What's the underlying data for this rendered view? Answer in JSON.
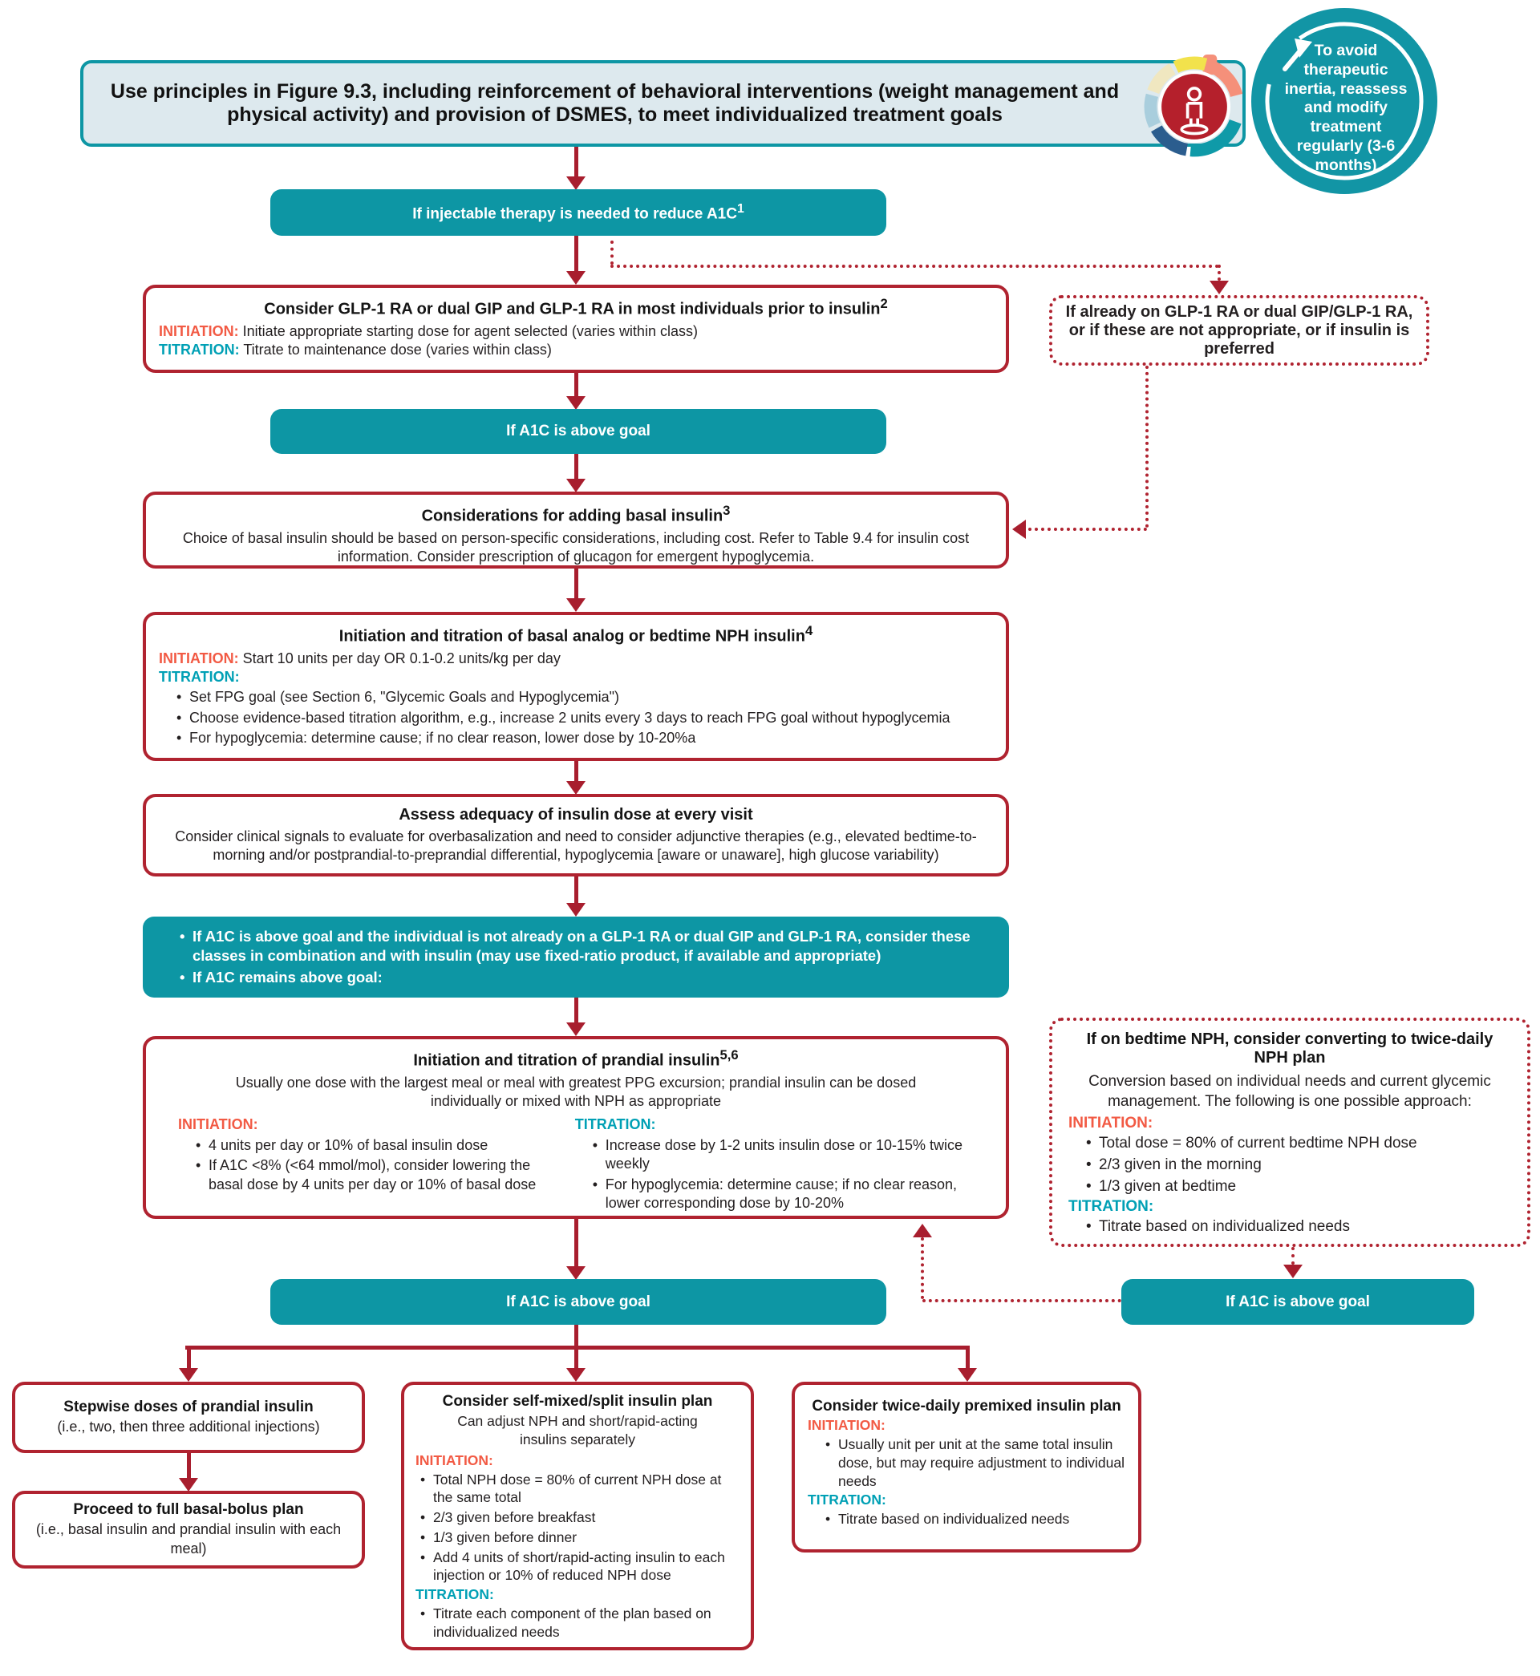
{
  "colors": {
    "teal": "#0d96a4",
    "red_border": "#b02330",
    "arrow": "#a81e2e",
    "initiation": "#f25a44",
    "titration": "#00a0b5",
    "header_fill": "#dde9ee"
  },
  "header": {
    "text": "Use principles in Figure 9.3, including reinforcement of behavioral interventions (weight management and physical activity) and provision of DSMES, to meet individualized treatment goals"
  },
  "inertia_badge": {
    "text": "To avoid therapeutic inertia, reassess and modify treatment regularly (3-6 months)"
  },
  "flow": {
    "injectable": {
      "text": "If injectable therapy is needed to reduce A1C",
      "sup": "1"
    },
    "glp1": {
      "title": "Consider GLP-1 RA or dual GIP and GLP-1 RA in most individuals prior to insulin",
      "sup": "2",
      "initiation_label": "INITIATION:",
      "initiation": "Initiate appropriate starting dose for agent selected (varies within class)",
      "titration_label": "TITRATION:",
      "titration": "Titrate to maintenance dose (varies within class)"
    },
    "already": {
      "text": "If already on GLP-1 RA or dual GIP/GLP-1 RA, or if these are not appropriate, or if insulin is preferred"
    },
    "a1c_above_1": {
      "text": "If A1C is above goal"
    },
    "considerations": {
      "title": "Considerations for adding basal insulin",
      "sup": "3",
      "body": "Choice of basal insulin should be based on person-specific considerations, including cost. Refer to  Table 9.4  for insulin cost information. Consider prescription of glucagon for emergent hypoglycemia."
    },
    "basal": {
      "title": "Initiation and titration of basal analog or bedtime NPH insulin",
      "sup": "4",
      "initiation_label": "INITIATION:",
      "initiation": "Start 10 units per day OR 0.1-0.2 units/kg per day",
      "titration_label": "TITRATION:",
      "bullets": [
        "Set FPG goal (see Section 6, \"Glycemic Goals and Hypoglycemia\")",
        "Choose evidence-based titration algorithm, e.g., increase 2 units every 3 days to reach FPG goal without hypoglycemia",
        "For hypoglycemia: determine cause; if no clear reason, lower dose by 10-20%a"
      ]
    },
    "assess": {
      "title": "Assess adequacy of insulin dose at every visit",
      "body": "Consider clinical signals to evaluate for overbasalization and need to consider adjunctive therapies (e.g., elevated bedtime-to-morning and/or postprandial-to-preprandial differential, hypoglycemia [aware or unaware], high glucose variability)"
    },
    "combo": {
      "bullets": [
        "If A1C is above goal and the individual is not already on a GLP-1 RA or dual GIP and GLP-1 RA, consider these classes in combination and with insulin (may use fixed-ratio product, if available and appropriate)",
        "If A1C remains above goal:"
      ]
    },
    "prandial": {
      "title": "Initiation and titration of prandial insulin",
      "sup": "5,6",
      "subtitle": "Usually one dose with the largest meal or meal with greatest PPG excursion; prandial insulin can be dosed individually or mixed with NPH as appropriate",
      "initiation_label": "INITIATION:",
      "initiation_bullets": [
        "4 units per day or 10% of basal insulin dose",
        "If A1C <8% (<64 mmol/mol), consider lowering the basal dose by 4 units per day or 10% of basal dose"
      ],
      "titration_label": "TITRATION:",
      "titration_bullets": [
        "Increase dose by 1-2 units insulin dose or 10-15% twice weekly",
        "For hypoglycemia: determine cause; if no clear reason, lower corresponding dose by 10-20%"
      ]
    },
    "nph_convert": {
      "title": "If on bedtime NPH, consider converting to twice-daily NPH plan",
      "body": "Conversion based on individual needs and current glycemic management. The following is one possible approach:",
      "initiation_label": "INITIATION:",
      "initiation_bullets": [
        "Total dose = 80% of current bedtime NPH dose",
        "2/3 given in the morning",
        "1/3 given at bedtime"
      ],
      "titration_label": "TITRATION:",
      "titration_bullets": [
        "Titrate based on individualized needs"
      ]
    },
    "a1c_above_2": {
      "text": "If A1C is above goal"
    },
    "a1c_above_3": {
      "text": "If A1C is above goal"
    },
    "stepwise": {
      "title": "Stepwise doses of prandial insulin",
      "body": "(i.e., two, then three additional injections)"
    },
    "basal_bolus": {
      "title": "Proceed to full basal-bolus plan",
      "body": "(i.e., basal insulin and prandial insulin with each meal)"
    },
    "self_mixed": {
      "title": "Consider self-mixed/split insulin plan",
      "subtitle": "Can adjust NPH and short/rapid-acting insulins separately",
      "initiation_label": "INITIATION:",
      "initiation_bullets": [
        "Total NPH dose = 80% of current NPH dose at the same total",
        "2/3 given before breakfast",
        "1/3 given before dinner",
        "Add 4 units of short/rapid-acting insulin to each injection or 10% of reduced NPH dose"
      ],
      "titration_label": "TITRATION:",
      "titration_bullets": [
        "Titrate each component of the plan based on individualized needs"
      ]
    },
    "premixed": {
      "title": "Consider twice-daily premixed insulin plan",
      "initiation_label": "INITIATION:",
      "initiation_bullets": [
        "Usually unit per unit at the same total insulin dose, but may require adjustment to individual needs"
      ],
      "titration_label": "TITRATION:",
      "titration_bullets": [
        "Titrate based on individualized needs"
      ]
    }
  }
}
